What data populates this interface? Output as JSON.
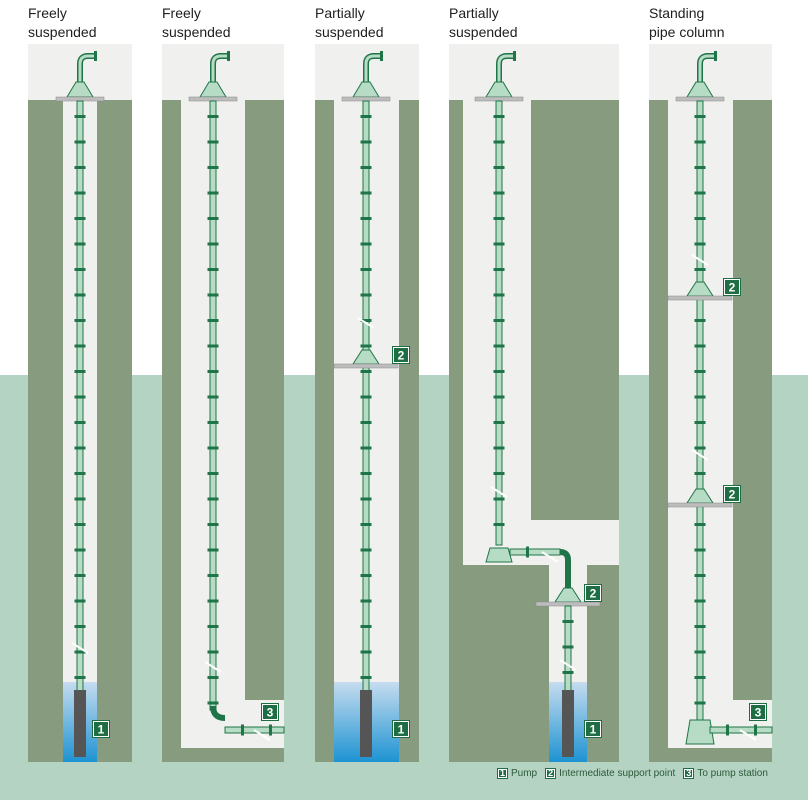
{
  "columns": [
    {
      "title": "Freely\nsuspended"
    },
    {
      "title": "Freely\nsuspended"
    },
    {
      "title": "Partially\nsuspended"
    },
    {
      "title": "Partially\nsuspended"
    },
    {
      "title": "Standing\npipe column"
    }
  ],
  "badges": {
    "pump": "1",
    "support": "2",
    "station": "3"
  },
  "legend": {
    "pump_num": "1",
    "pump_label": "Pump",
    "support_num": "2",
    "support_label": "Intermediate support point",
    "station_num": "3",
    "station_label": "To pump station"
  },
  "colors": {
    "earth": "#879b7e",
    "shaft": "#f0f0ee",
    "groundwater": "#b5d3c3",
    "pipe_fill": "#b6dcc6",
    "pipe_stroke": "#1f7547",
    "badge": "#1e6e44",
    "water_top": "#c6dcef",
    "water_bottom": "#1d93d2",
    "pump_body": "#555555"
  }
}
